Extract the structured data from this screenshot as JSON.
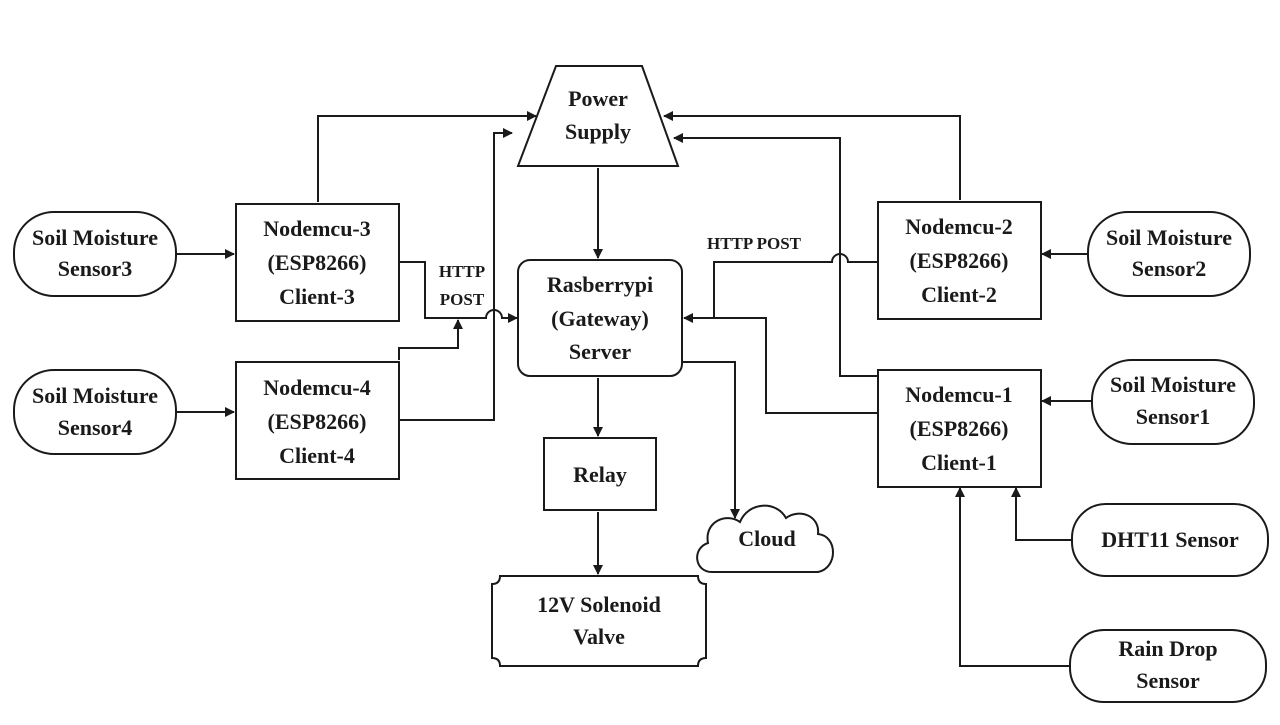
{
  "nodes": {
    "power_supply": {
      "lines": [
        "Power",
        "Supply"
      ]
    },
    "gateway": {
      "lines": [
        "Rasberrypi",
        "(Gateway)",
        "Server"
      ]
    },
    "relay": {
      "lines": [
        "Relay"
      ]
    },
    "solenoid": {
      "lines": [
        "12V Solenoid",
        "Valve"
      ]
    },
    "cloud": {
      "lines": [
        "Cloud"
      ]
    },
    "nodemcu_3": {
      "lines": [
        "Nodemcu-3",
        "(ESP8266)",
        "Client-3"
      ]
    },
    "nodemcu_4": {
      "lines": [
        "Nodemcu-4",
        "(ESP8266)",
        "Client-4"
      ]
    },
    "nodemcu_2": {
      "lines": [
        "Nodemcu-2",
        "(ESP8266)",
        "Client-2"
      ]
    },
    "nodemcu_1": {
      "lines": [
        "Nodemcu-1",
        "(ESP8266)",
        "Client-1"
      ]
    },
    "soil_sensor_3": {
      "lines": [
        "Soil Moisture",
        "Sensor3"
      ]
    },
    "soil_sensor_4": {
      "lines": [
        "Soil Moisture",
        "Sensor4"
      ]
    },
    "soil_sensor_2": {
      "lines": [
        "Soil Moisture",
        "Sensor2"
      ]
    },
    "soil_sensor_1": {
      "lines": [
        "Soil Moisture",
        "Sensor1"
      ]
    },
    "dht11_sensor": {
      "lines": [
        "DHT11 Sensor"
      ]
    },
    "rain_sensor": {
      "lines": [
        "Rain Drop",
        "Sensor"
      ]
    }
  },
  "edge_labels": {
    "http_post_left": [
      "HTTP",
      "POST"
    ],
    "http_post_right": "HTTP POST"
  },
  "colors": {
    "stroke": "#1a1a1a",
    "fill": "#ffffff",
    "text": "#1a1a1a"
  }
}
